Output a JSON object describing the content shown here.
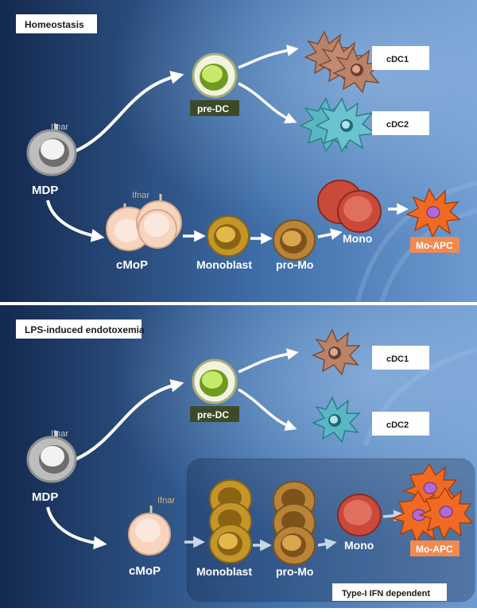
{
  "colors": {
    "panel_dark": "#13294f",
    "panel_light": "#6d9ad0",
    "highlight": "#9cc0e8",
    "arrow": "#ffffff",
    "label_box_fill": "#ffffff",
    "predc_box_fill": "#3d4a2a",
    "moapc_box_fill": "#f28a4f",
    "mdp_cell": "#bdbdbd",
    "cmop_cell": "#f7d4bd",
    "predc_cell": "#a6d34a",
    "monoblast_cell": "#c4962a",
    "promo_cell": "#b98438",
    "mono_cell": "#c94a3a",
    "moapc_cell": "#f06a24",
    "cdc1_cell": "#b9836a",
    "cdc2_cell": "#5ab6c3",
    "ifnar_label": "#d4b07a"
  },
  "panels": [
    {
      "id": "homeostasis",
      "title": "Homeostasis",
      "labels": {
        "mdp": "MDP",
        "mdp_ifnar": "Ifnar",
        "predc": "pre-DC",
        "cdc1": "cDC1",
        "cdc2": "cDC2",
        "cmop": "cMoP",
        "cmop_ifnar": "Ifnar",
        "monoblast": "Monoblast",
        "promo": "pro-Mo",
        "mono": "Mono",
        "moapc": "Mo-APC"
      }
    },
    {
      "id": "lps",
      "title": "LPS-induced endotoxemia",
      "labels": {
        "mdp": "MDP",
        "mdp_ifnar": "Ifnar",
        "predc": "pre-DC",
        "cdc1": "cDC1",
        "cdc2": "cDC2",
        "cmop": "cMoP",
        "cmop_ifnar": "Ifnar",
        "monoblast": "Monoblast",
        "promo": "pro-Mo",
        "mono": "Mono",
        "moapc": "Mo-APC",
        "ifn_dependent": "Type-I IFN dependent"
      }
    }
  ]
}
